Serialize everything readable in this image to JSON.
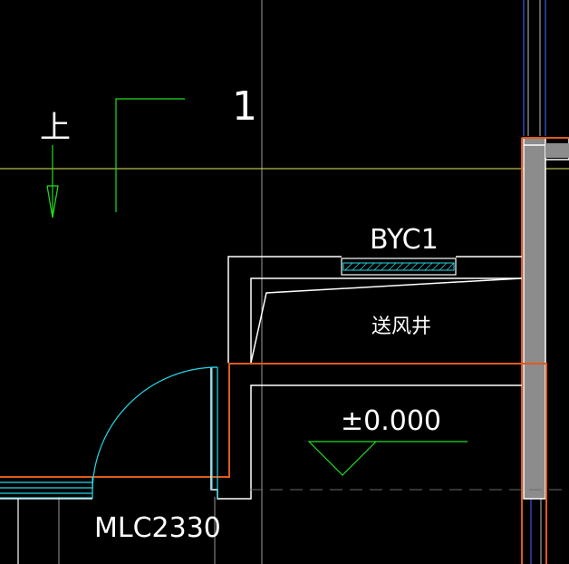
{
  "labels": {
    "section_mark": "1",
    "direction_up": "上",
    "window_tag": "BYC1",
    "shaft_name": "送风井",
    "elevation": "±0.000",
    "door_window_tag": "MLC2330"
  },
  "colors": {
    "background": "#000000",
    "text": "#ffffff",
    "wall": "#ffffff",
    "axis_line": "#c8c8c8",
    "level_line": "#e8e860",
    "arrow": "#22dd22",
    "section_line": "#22dd22",
    "door_arc": "#22d8e8",
    "window_hatch": "#22d8e8",
    "slab_outline": "#e05a1a",
    "column_fill": "#8c8c8c",
    "grid_blue": "#3a5ae0"
  }
}
